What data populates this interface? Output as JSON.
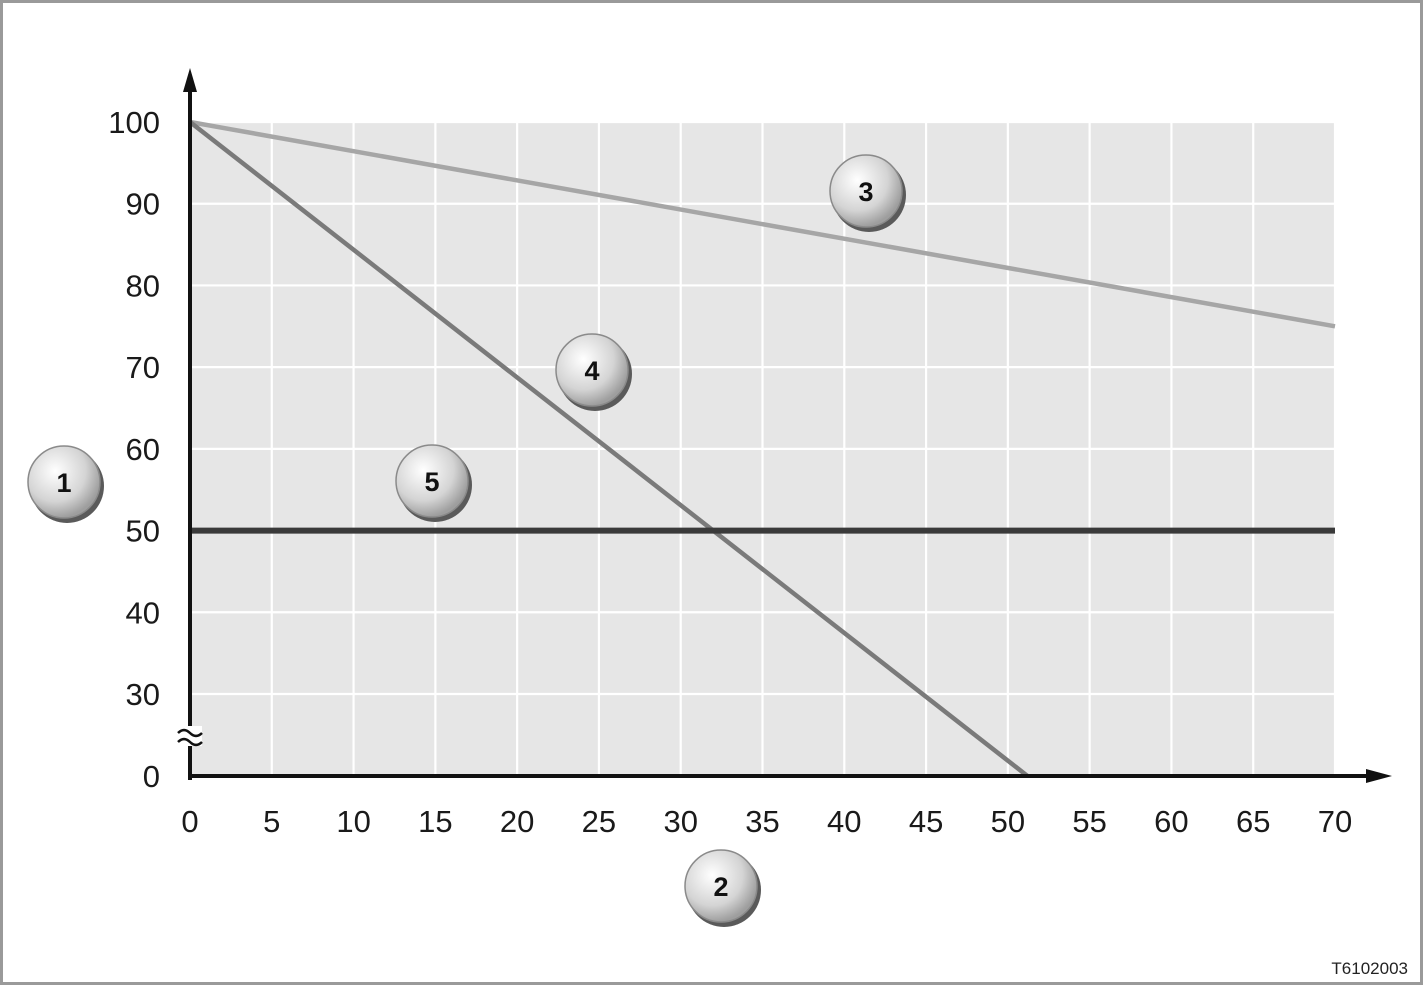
{
  "chart_data": {
    "type": "line",
    "x": [
      0,
      5,
      10,
      15,
      20,
      25,
      30,
      35,
      40,
      45,
      50,
      55,
      60,
      65,
      70
    ],
    "y_ticks": [
      0,
      30,
      40,
      50,
      60,
      70,
      80,
      90,
      100
    ],
    "xlim": [
      0,
      70
    ],
    "ylim": [
      0,
      100
    ],
    "y_axis_break": "between 0 and 30",
    "grid": true,
    "series": [
      {
        "callout": "3",
        "points": [
          [
            0,
            100
          ],
          [
            70,
            75
          ]
        ],
        "color": "#a6a6a6"
      },
      {
        "callout": "4",
        "points": [
          [
            0,
            100
          ],
          [
            51.2,
            0
          ]
        ],
        "color": "#7a7a7a"
      },
      {
        "callout": "5",
        "points": [
          [
            0,
            50
          ],
          [
            70,
            50
          ]
        ],
        "color": "#3a3a3a"
      }
    ],
    "axis_callouts": {
      "y": "1",
      "x": "2"
    }
  },
  "reference_code": "T6102003",
  "colors": {
    "plot_background": "#e6e6e6",
    "grid": "#ffffff",
    "axis": "#111111",
    "badge": "#d4d4d4"
  }
}
